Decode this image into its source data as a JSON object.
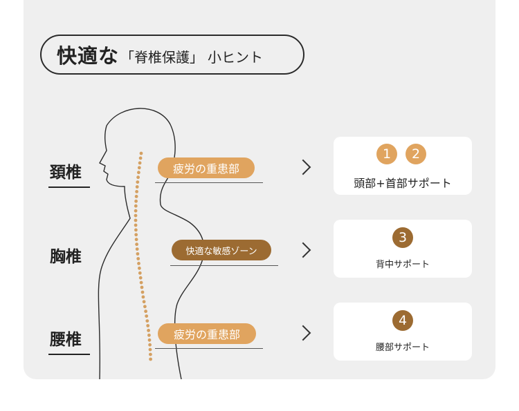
{
  "title": {
    "main": "快適な",
    "sub": "「脊椎保護」",
    "tail": "小ヒント"
  },
  "regions": {
    "cervical": "頚椎",
    "thoracic": "胸椎",
    "lumbar": "腰椎"
  },
  "tags": {
    "cervical": "疲労の重患部",
    "thoracic": "快適な敏感ゾーン",
    "lumbar": "疲労の重患部"
  },
  "cards": {
    "card1": {
      "badges": [
        "1",
        "2"
      ],
      "label": "頭部+首部サポート"
    },
    "card2": {
      "badges": [
        "3"
      ],
      "label": "背中サポート"
    },
    "card3": {
      "badges": [
        "4"
      ],
      "label": "腰部サポート"
    }
  },
  "colors": {
    "panel": "#efefef",
    "accent_light": "#e0a45f",
    "accent_dark": "#9c6b32",
    "spine_dots": "#d4a062"
  }
}
